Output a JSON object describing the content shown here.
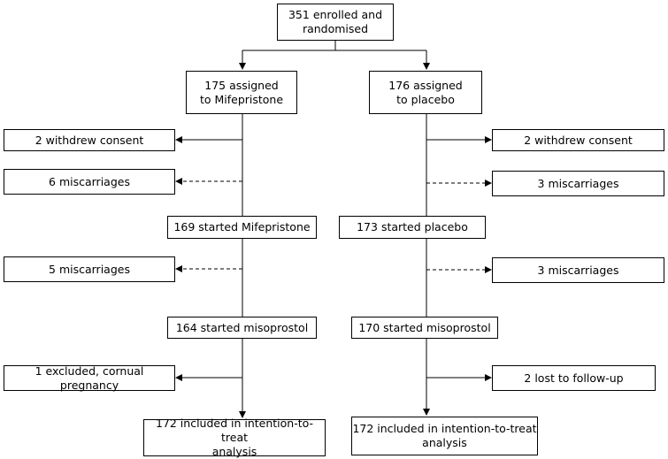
{
  "nodes": {
    "enrolled": "351 enrolled and\nrandomised",
    "left_assigned": "175 assigned\nto Mifepristone",
    "right_assigned": "176 assigned\nto placebo",
    "left_withdrew": "2 withdrew consent",
    "right_withdrew": "2 withdrew consent",
    "left_misc1": "6 miscarriages",
    "right_misc1": "3 miscarriages",
    "left_started1": "169 started Mifepristone",
    "right_started1": "173 started placebo",
    "left_misc2": "5 miscarriages",
    "right_misc2": "3 miscarriages",
    "left_started2": "164 started misoprostol",
    "right_started2": "170 started misoprostol",
    "left_excluded": "1 excluded, cornual pregnancy",
    "right_lost": "2 lost to follow-up",
    "left_itt": "172 included in intention-to-treat\nanalysis",
    "right_itt": "172 included in intention-to-treat\nanalysis"
  }
}
